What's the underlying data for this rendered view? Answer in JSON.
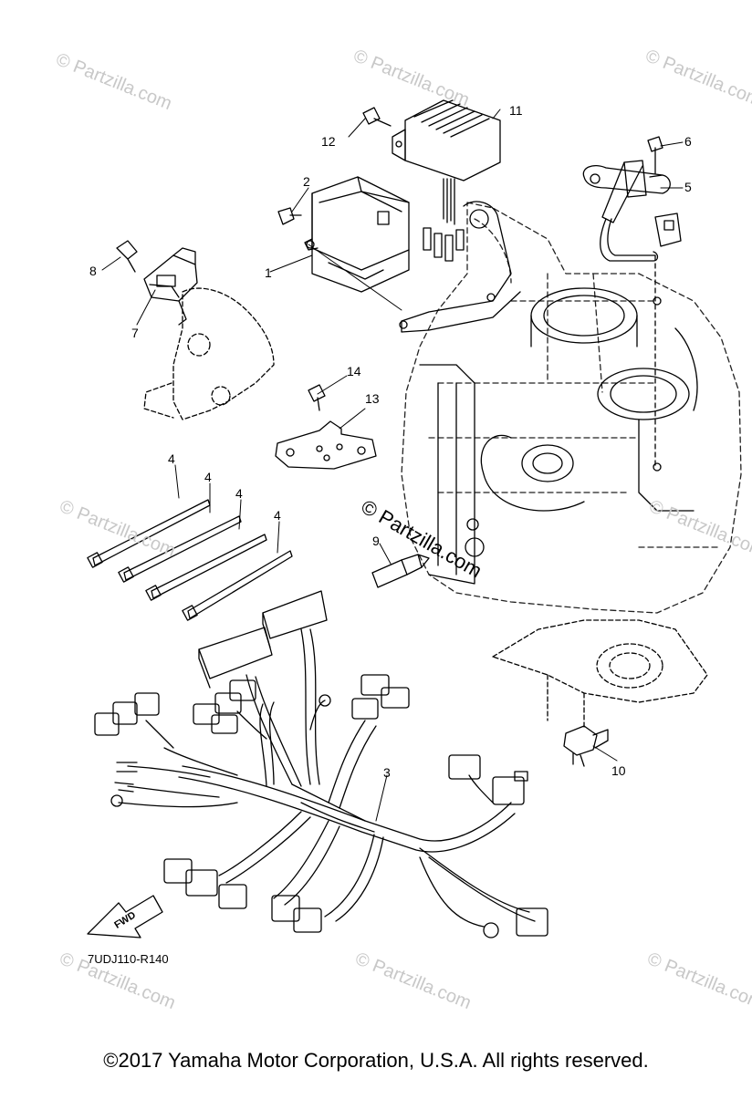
{
  "diagram": {
    "code": "7UDJ110-R140",
    "fwd_label": "FWD",
    "watermark": "© Partzilla.com",
    "center_watermark": "© Partzilla.com",
    "callouts": [
      "1",
      "2",
      "3",
      "4",
      "4",
      "4",
      "4",
      "5",
      "6",
      "7",
      "8",
      "9",
      "10",
      "11",
      "12",
      "13",
      "14"
    ]
  },
  "footer": {
    "copyright": "©2017  Yamaha Motor Corporation, U.S.A. All rights reserved."
  }
}
